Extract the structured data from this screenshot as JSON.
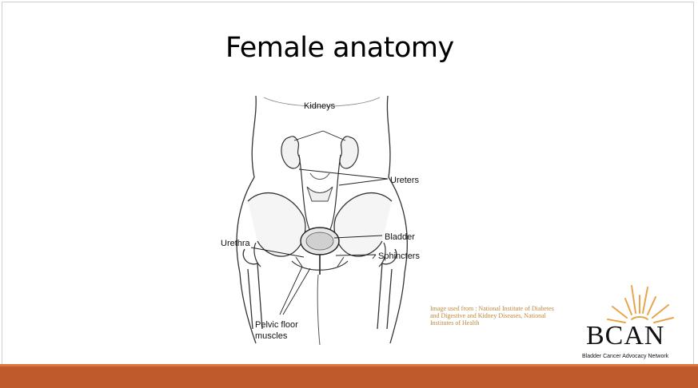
{
  "slide": {
    "title": "Female anatomy",
    "labels": {
      "kidneys": "Kidneys",
      "ureters": "Ureters",
      "urethra": "Urethra",
      "bladder": "Bladder",
      "sphincters": "Sphincters",
      "pelvic_floor_line1": "Pelvic floor",
      "pelvic_floor_line2": "muscles"
    },
    "credit_lines": [
      "Image used from : National Institute of Diabetes",
      "and Digestive and Kidney Diseases, National",
      "Institutes of Health"
    ],
    "logo": {
      "name": "BCAN",
      "tagline": "Bladder Cancer Advocacy Network"
    },
    "colors": {
      "footer_bar": "#bf5a2a",
      "credit_text": "#c08a3a",
      "sun_rays": "#e8a54a"
    }
  }
}
